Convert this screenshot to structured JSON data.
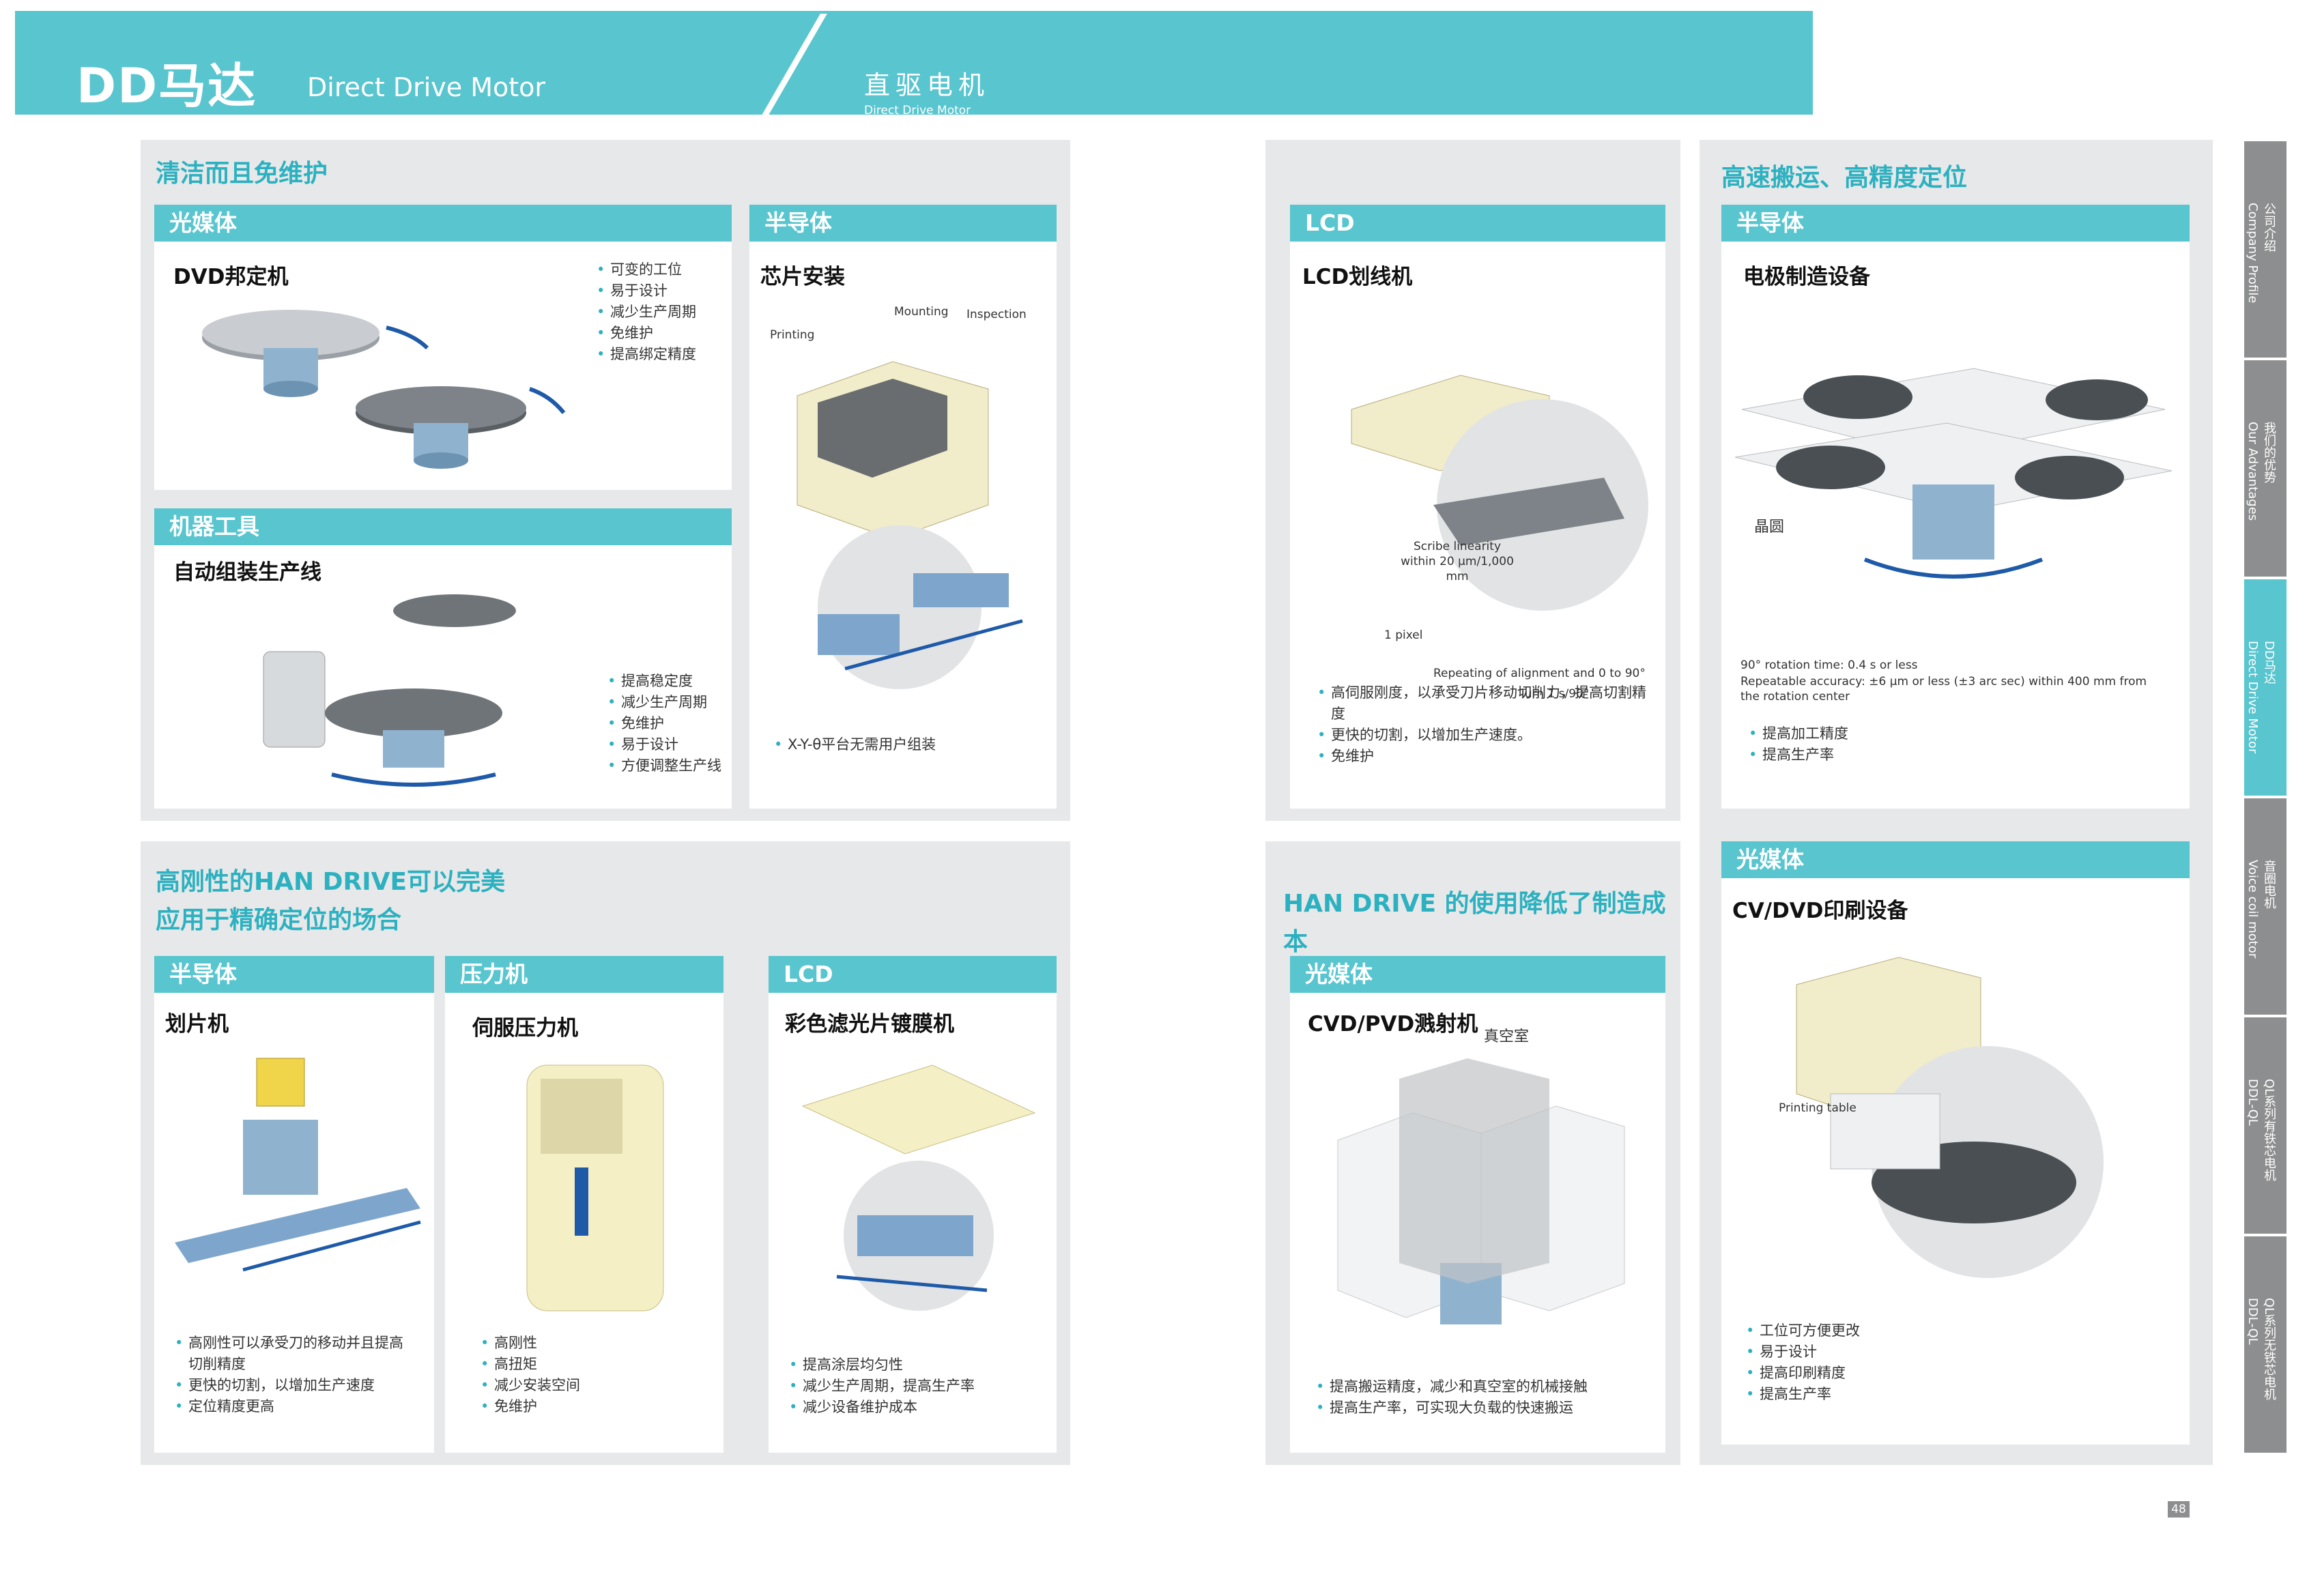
{
  "header": {
    "title_cn": "DD马达",
    "title_en": "Direct Drive Motor",
    "sub_cn": "直驱电机",
    "sub_en": "Direct Drive Motor"
  },
  "sections": {
    "s1": "清洁而且免维护",
    "s2a": "高刚性的HAN DRIVE可以完美",
    "s2b": "应用于精确定位的场合",
    "s3": "高速搬运、高精度定位",
    "s4": "HAN DRIVE 的使用降低了制造成本"
  },
  "cards": {
    "optical1": {
      "bar": "光媒体",
      "title": "DVD邦定机",
      "bullets": [
        "可变的工位",
        "易于设计",
        "减少生产周期",
        "免维护",
        "提高绑定精度"
      ]
    },
    "machine": {
      "bar": "机器工具",
      "title": "自动组装生产线",
      "bullets": [
        "提高稳定度",
        "减少生产周期",
        "免维护",
        "易于设计",
        "方便调整生产线"
      ]
    },
    "semi1": {
      "bar": "半导体",
      "title": "芯片安装",
      "bullets": [
        "X-Y-θ平台无需用户组装"
      ],
      "labels": [
        "Printing",
        "Mounting",
        "Inspection"
      ]
    },
    "lcd1": {
      "bar": "LCD",
      "title": "LCD划线机",
      "bullets": [
        "高伺服刚度，以承受刀片移动切削力，提高切割精度",
        "更快的切割，以增加生产速度。",
        "免维护"
      ],
      "labels": [
        "Scribe linearity within 20 μm/1,000 mm",
        "1 pixel",
        "Repeating of alignment and 0 to 90°",
        "Turn 1 s/90°"
      ]
    },
    "semi2": {
      "bar": "半导体",
      "title": "电极制造设备",
      "bullets": [
        "提高加工精度",
        "提高生产率"
      ],
      "labels": [
        "晶圆",
        "90° rotation time: 0.4 s or less",
        "Repeatable accuracy: ±6 μm or less (±3 arc sec) within 400 mm from the rotation center"
      ]
    },
    "semi3": {
      "bar": "半导体",
      "title": "划片机",
      "bullets": [
        "高刚性可以承受刀的移动并且提高切削精度",
        "更快的切割，以增加生产速度",
        "定位精度更高"
      ]
    },
    "press": {
      "bar": "压力机",
      "title": "伺服压力机",
      "bullets": [
        "高刚性",
        "高扭矩",
        "减少安装空间",
        "免维护"
      ]
    },
    "lcd2": {
      "bar": "LCD",
      "title": "彩色滤光片镀膜机",
      "bullets": [
        "提高涂层均匀性",
        "减少生产周期，提高生产率",
        "减少设备维护成本"
      ]
    },
    "optical2": {
      "bar": "光媒体",
      "title": "CVD/PVD溅射机",
      "bullets": [
        "提高搬运精度，减少和真空室的机械接触",
        "提高生产率，可实现大负载的快速搬运"
      ],
      "labels": [
        "真空室"
      ]
    },
    "optical3": {
      "bar": "光媒体",
      "title": "CV/DVD印刷设备",
      "bullets": [
        "工位可方便更改",
        "易于设计",
        "提高印刷精度",
        "提高生产率"
      ],
      "labels": [
        "Printing table"
      ]
    }
  },
  "tabs": [
    {
      "cn": "公司介绍",
      "en": "Company Profile"
    },
    {
      "cn": "我们的优势",
      "en": "Our Advantages"
    },
    {
      "cn": "DD马达",
      "en": "Direct Drive Motor",
      "active": true
    },
    {
      "cn": "音圈电机",
      "en": "Voice coil motor"
    },
    {
      "cn": "QL系列有铁芯电机",
      "en": "DDL-QL"
    },
    {
      "cn": "QL系列无铁芯电机",
      "en": "DDL-QL"
    }
  ],
  "page_number": "48",
  "colors": {
    "accent": "#58c5cf",
    "title": "#2cb1c0",
    "panel": "#e7e8e9",
    "tab": "#8d8e8f"
  }
}
